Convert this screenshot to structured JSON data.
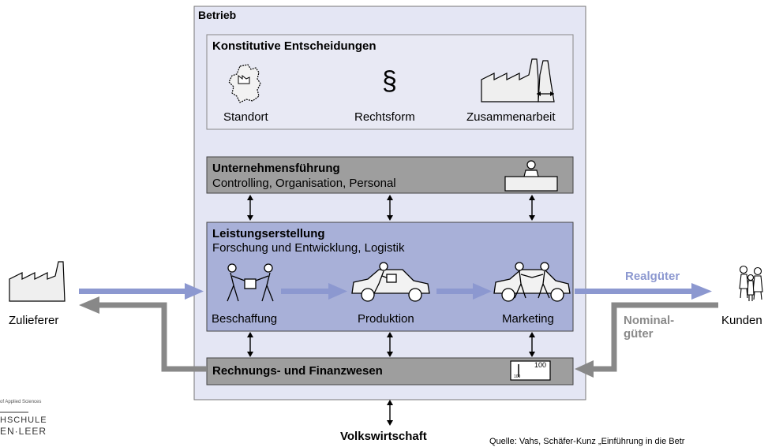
{
  "betrieb": {
    "title": "Betrieb"
  },
  "konstitutive": {
    "title": "Konstitutive Entscheidungen",
    "items": [
      {
        "label": "Standort",
        "icon": "germany-map-icon"
      },
      {
        "label": "Rechtsform",
        "icon": "paragraph-icon"
      },
      {
        "label": "Zusammenarbeit",
        "icon": "factories-icon"
      }
    ]
  },
  "unternehmensfuehrung": {
    "title": "Unternehmensführung",
    "subtitle": "Controlling, Organisation, Personal",
    "icon": "person-at-desk-icon"
  },
  "leistungserstellung": {
    "title": "Leistungserstellung",
    "subtitle": "Forschung und Entwicklung, Logistik",
    "steps": [
      {
        "label": "Beschaffung",
        "icon": "handover-icon"
      },
      {
        "label": "Produktion",
        "icon": "car-production-icon"
      },
      {
        "label": "Marketing",
        "icon": "car-sale-icon"
      }
    ]
  },
  "rechnungswesen": {
    "title": "Rechnungs- und Finanzwesen",
    "banknote_value": "100"
  },
  "zulieferer": {
    "label": "Zulieferer",
    "icon": "factory-icon"
  },
  "kunden": {
    "label": "Kunden",
    "icon": "family-icon"
  },
  "realgueter": "Realgüter",
  "nominalgueter": "Nominal-\ngüter",
  "volkswirtschaft": "Volkswirtschaft",
  "quelle": "Quelle: Vahs, Schäfer-Kunz „Einführung in die Betr",
  "logo": {
    "line1": "of Applied Sciences",
    "line2": "HSCHULE",
    "line3": "EN·LEER"
  },
  "colors": {
    "betrieb_bg": "#e4e6f4",
    "konstitutive_bg": "#e8e9f4",
    "grey_box": "#9e9e9e",
    "leistung_bg": "#a8b0d8",
    "flow_blue": "#8c98d0",
    "flow_grey": "#888888",
    "label_blue": "#8c98d0",
    "label_grey": "#8a8a8a"
  }
}
